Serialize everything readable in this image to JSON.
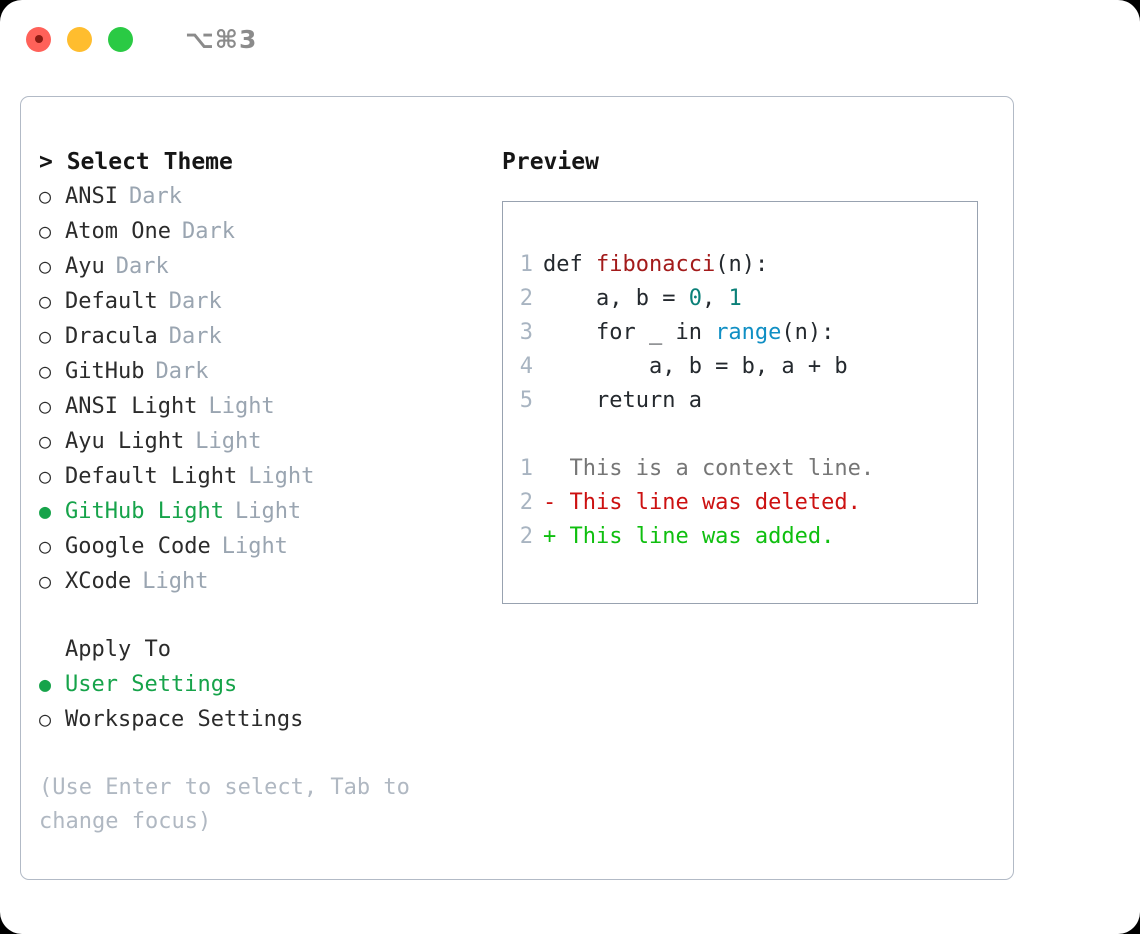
{
  "titlebar": {
    "shortcut": "⌥⌘3",
    "buttons": [
      {
        "name": "close",
        "color": "#ff6159"
      },
      {
        "name": "minimize",
        "color": "#ffbd2e"
      },
      {
        "name": "zoom",
        "color": "#2aca44"
      }
    ]
  },
  "theme_picker": {
    "heading": "> Select Theme",
    "options": [
      {
        "bullet": "○",
        "label": "ANSI",
        "tag": "Dark",
        "selected": false
      },
      {
        "bullet": "○",
        "label": "Atom One",
        "tag": "Dark",
        "selected": false
      },
      {
        "bullet": "○",
        "label": "Ayu",
        "tag": "Dark",
        "selected": false
      },
      {
        "bullet": "○",
        "label": "Default",
        "tag": "Dark",
        "selected": false
      },
      {
        "bullet": "○",
        "label": "Dracula",
        "tag": "Dark",
        "selected": false
      },
      {
        "bullet": "○",
        "label": "GitHub",
        "tag": "Dark",
        "selected": false
      },
      {
        "bullet": "○",
        "label": "ANSI Light",
        "tag": "Light",
        "selected": false
      },
      {
        "bullet": "○",
        "label": "Ayu Light",
        "tag": "Light",
        "selected": false
      },
      {
        "bullet": "○",
        "label": "Default Light",
        "tag": "Light",
        "selected": false
      },
      {
        "bullet": "●",
        "label": "GitHub Light",
        "tag": "Light",
        "selected": true
      },
      {
        "bullet": "○",
        "label": "Google Code",
        "tag": "Light",
        "selected": false
      },
      {
        "bullet": "○",
        "label": "XCode",
        "tag": "Light",
        "selected": false
      }
    ]
  },
  "apply_to": {
    "label": "Apply To",
    "options": [
      {
        "bullet": "●",
        "label": "User Settings",
        "selected": true
      },
      {
        "bullet": "○",
        "label": "Workspace Settings",
        "selected": false
      }
    ]
  },
  "hint": "(Use Enter to select, Tab to change focus)",
  "preview": {
    "title": "Preview",
    "code_lines": [
      {
        "num": "1",
        "segments": [
          {
            "text": "def ",
            "style": "plain"
          },
          {
            "text": "fibonacci",
            "style": "fn"
          },
          {
            "text": "(n):",
            "style": "plain"
          }
        ]
      },
      {
        "num": "2",
        "segments": [
          {
            "text": "    a, b = ",
            "style": "plain"
          },
          {
            "text": "0",
            "style": "num"
          },
          {
            "text": ", ",
            "style": "plain"
          },
          {
            "text": "1",
            "style": "num"
          }
        ]
      },
      {
        "num": "3",
        "segments": [
          {
            "text": "    for _ in ",
            "style": "plain"
          },
          {
            "text": "range",
            "style": "call"
          },
          {
            "text": "(n):",
            "style": "plain"
          }
        ]
      },
      {
        "num": "4",
        "segments": [
          {
            "text": "        a, b = b, a + b",
            "style": "plain"
          }
        ]
      },
      {
        "num": "5",
        "segments": [
          {
            "text": "    return a",
            "style": "plain"
          }
        ]
      }
    ],
    "diff_lines": [
      {
        "num": "1",
        "marker": " ",
        "text": "  This is a context line.",
        "style": "ctx"
      },
      {
        "num": "2",
        "marker": "-",
        "text": "- This line was deleted.",
        "style": "del"
      },
      {
        "num": "2",
        "marker": "+",
        "text": "+ This line was added.",
        "style": "add"
      }
    ]
  },
  "colors": {
    "accent_green": "#16a34a",
    "tag_gray": "#9aa5b1",
    "hint_gray": "#b0b8c2",
    "panel_border": "#b2bac6",
    "code_border": "#98a2b0",
    "line_number": "#a8b4c1",
    "syntax_function": "#a31b1b",
    "syntax_number": "#0b8078",
    "syntax_call": "#108fc4",
    "diff_context": "#767676",
    "diff_deleted": "#cc1111",
    "diff_added": "#0fbf0f"
  }
}
